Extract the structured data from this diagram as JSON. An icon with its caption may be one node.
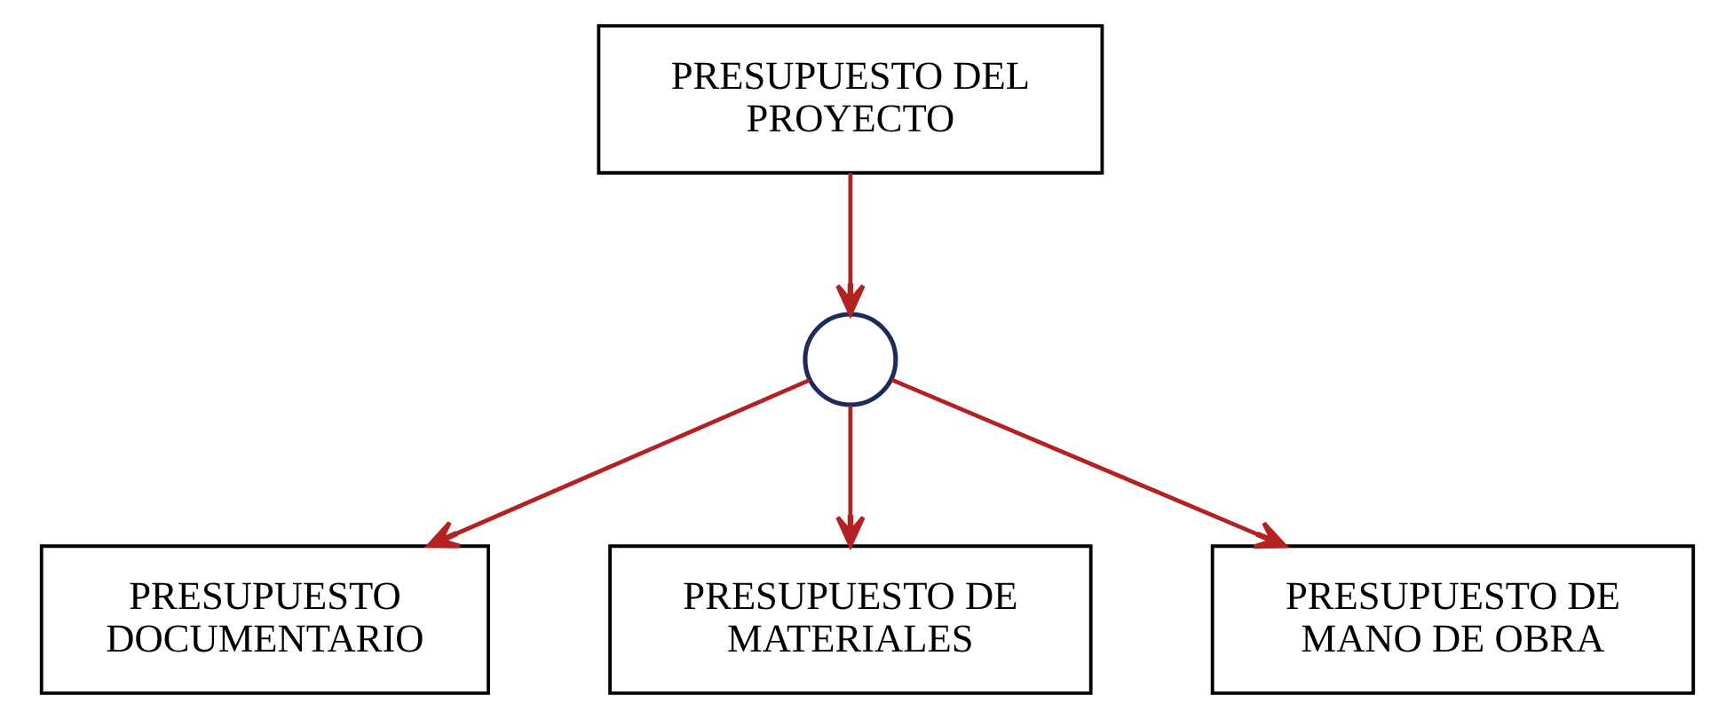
{
  "diagram": {
    "nodes": [
      {
        "text": [
          "PRESUPUESTO DEL PROYECTO"
        ]
      },
      {
        "text": [],
        "shape": "circle"
      },
      {
        "text": [
          "PRESUPUESTO DOCUMENTARIO"
        ]
      },
      {
        "text": [
          "PRESUPUESTO DE MATERIALES"
        ]
      },
      {
        "text": [
          "PRESUPUESTO DE MANO DE OBRA"
        ]
      }
    ],
    "edges": [
      {
        "from": 0,
        "to": 1,
        "arrow": "to"
      },
      {
        "from": 1,
        "to": 2,
        "arrow": "to"
      },
      {
        "from": 1,
        "to": 3,
        "arrow": "to"
      },
      {
        "from": 1,
        "to": 4,
        "arrow": "to"
      }
    ]
  }
}
